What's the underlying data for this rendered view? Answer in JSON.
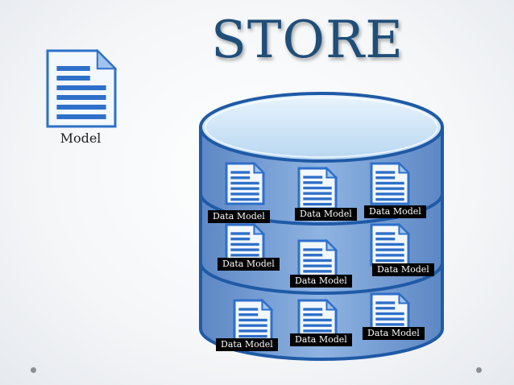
{
  "title": "STORE",
  "model": {
    "label": "Model",
    "icon": "document-icon"
  },
  "store": {
    "icon": "database-cylinder-icon",
    "item_icon": "document-icon",
    "items": [
      {
        "label": "Data Model"
      },
      {
        "label": "Data Model"
      },
      {
        "label": "Data Model"
      },
      {
        "label": "Data Model"
      },
      {
        "label": "Data Model"
      },
      {
        "label": "Data Model"
      },
      {
        "label": "Data Model"
      },
      {
        "label": "Data Model"
      },
      {
        "label": "Data Model"
      }
    ]
  },
  "colors": {
    "title": "#1f4e79",
    "cylinder_body": "#7fa6d8",
    "cylinder_top": "#cfe5f8",
    "cylinder_edge": "#1f5aa6",
    "doc_accent": "#2e6fc9"
  }
}
